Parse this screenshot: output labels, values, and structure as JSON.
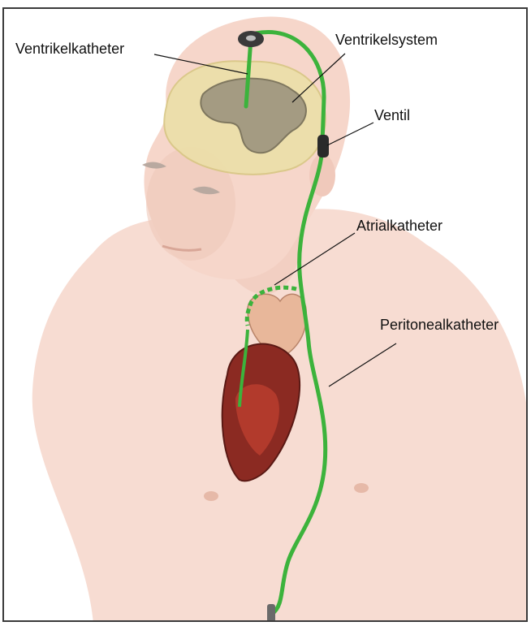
{
  "labels": {
    "ventrikelkatheter": "Ventrikelkatheter",
    "ventrikelsystem": "Ventrikelsystem",
    "ventil": "Ventil",
    "atrialkatheter": "Atrialkatheter",
    "peritonealkatheter": "Peritonealkatheter"
  },
  "colors": {
    "catheter": "#3cb33c",
    "skin": "#f6d9cf",
    "skin_shadow": "#e9c2b4",
    "brain": "#e9dca4",
    "ventricle": "#9b9279",
    "heart": "#8b2a22",
    "aorta": "#e8b79a",
    "frame": "#3a3a3a"
  },
  "icons": {
    "reservoir": "shunt-reservoir-icon",
    "valve": "valve-icon",
    "tip": "catheter-tip-icon"
  }
}
